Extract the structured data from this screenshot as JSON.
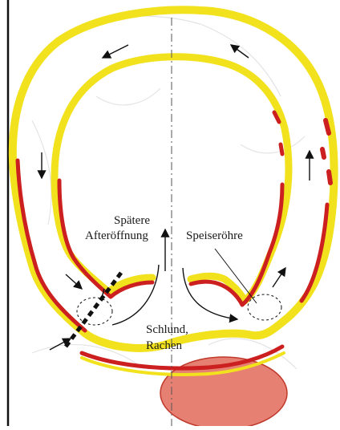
{
  "labels": {
    "anus_line1": "Spätere",
    "anus_line2": "Afteröffnung",
    "esophagus": "Speiseröhre",
    "pharynx_line1": "Schlund,",
    "pharynx_line2": "Rachen"
  },
  "colors": {
    "background": "#ffffff",
    "ghost_map": "#e4e4e4",
    "outer_layer": "#f2e21e",
    "inner_layer": "#cc1f1f",
    "egg_fill": "#e58072",
    "egg_stroke": "#c0392b",
    "arrow": "#111111",
    "axis": "#555555",
    "dashed_line": "#111111",
    "left_border": "#111111"
  },
  "icons": {
    "flow_arrow": "flow-arrow-icon"
  }
}
